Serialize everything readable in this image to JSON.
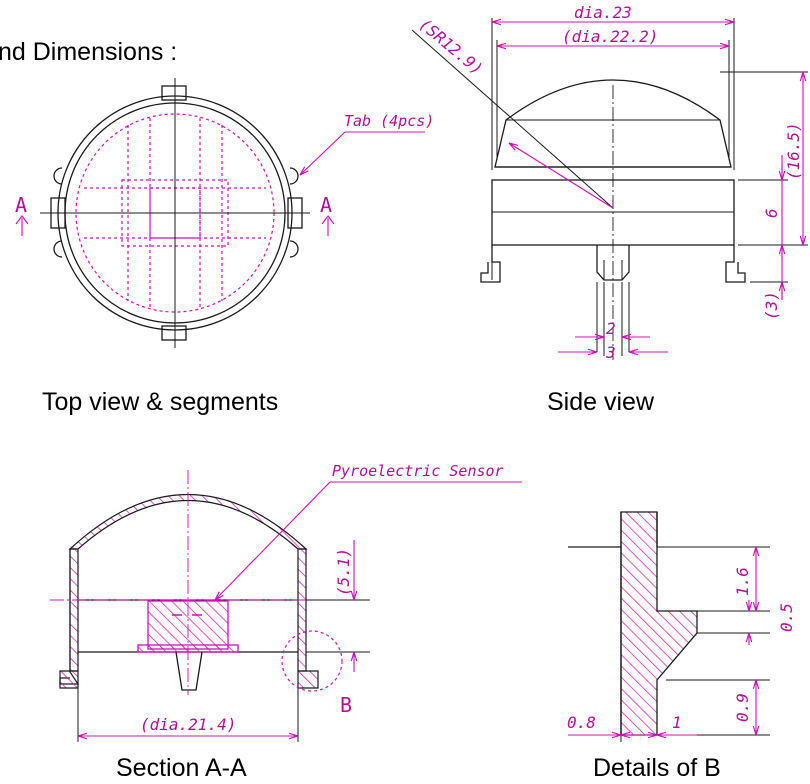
{
  "header_fragment": "nd Dimensions :",
  "captions": {
    "top_view": "Top view & segments",
    "side_view": "Side view",
    "section": "Section A-A",
    "details": "Details of B"
  },
  "top_view": {
    "tab_label": "Tab (4pcs)",
    "section_marker": "A"
  },
  "side_view": {
    "dim_outer": "dia.23",
    "dim_inner": "(dia.22.2)",
    "radius": "(SR12.9)",
    "height_total": "(16.5)",
    "height_body": "6",
    "height_leg": "(3)",
    "pin_width": "2",
    "pin_spacing": "3"
  },
  "section_view": {
    "sensor_label": "Pyroelectric Sensor",
    "dim_height": "(5.1)",
    "dim_diameter": "(dia.21.4)",
    "detail_marker": "B"
  },
  "details_view": {
    "dim_top": "1.6",
    "dim_mid": "0.5",
    "dim_bottom": "0.9",
    "dim_left": "0.8",
    "dim_right": "1"
  },
  "colors": {
    "line": "#1a1a1a",
    "annotation": "#cc11b8",
    "hatch": "#cc11b8"
  }
}
